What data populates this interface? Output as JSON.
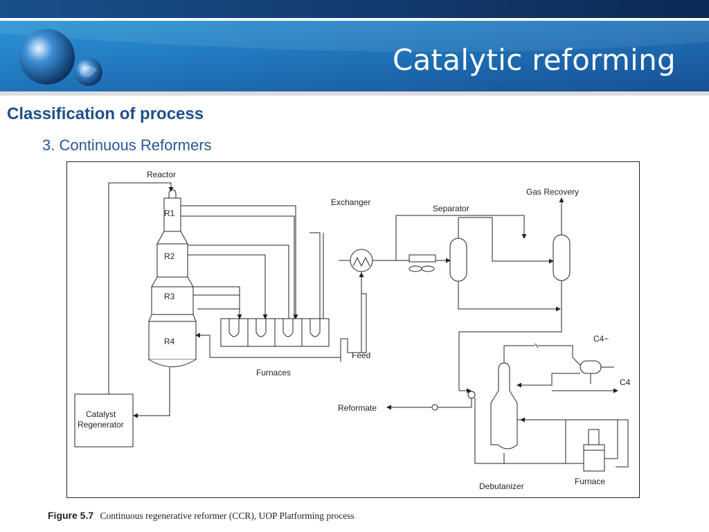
{
  "header": {
    "title": "Catalytic reforming"
  },
  "section": {
    "heading": "Classification of process",
    "subheading": "3. Continuous Reformers"
  },
  "diagram": {
    "labels": {
      "reactor": "Reactor",
      "r1": "R1",
      "r2": "R2",
      "r3": "R3",
      "r4": "R4",
      "exchanger": "Exchanger",
      "separator": "Separator",
      "gas_recovery": "Gas Recovery",
      "feed": "Feed",
      "furnaces": "Furnaces",
      "catalyst_regenerator_line1": "Catalyst",
      "catalyst_regenerator_line2": "Regenerator",
      "reformate": "Reformate",
      "c4_minus": "C4−",
      "c4": "C4",
      "debutanizer": "Debutanizer",
      "furnace": "Furnace"
    }
  },
  "caption": {
    "figure_number": "Figure 5.7",
    "text": "Continuous regenerative reformer (CCR), UOP Platforming process"
  },
  "colors": {
    "title_text": "#ffffff",
    "heading": "#1f4e8a",
    "subheading": "#2a5597",
    "header_blue": "#1d6fb8",
    "header_dark": "#0b2e5c"
  }
}
